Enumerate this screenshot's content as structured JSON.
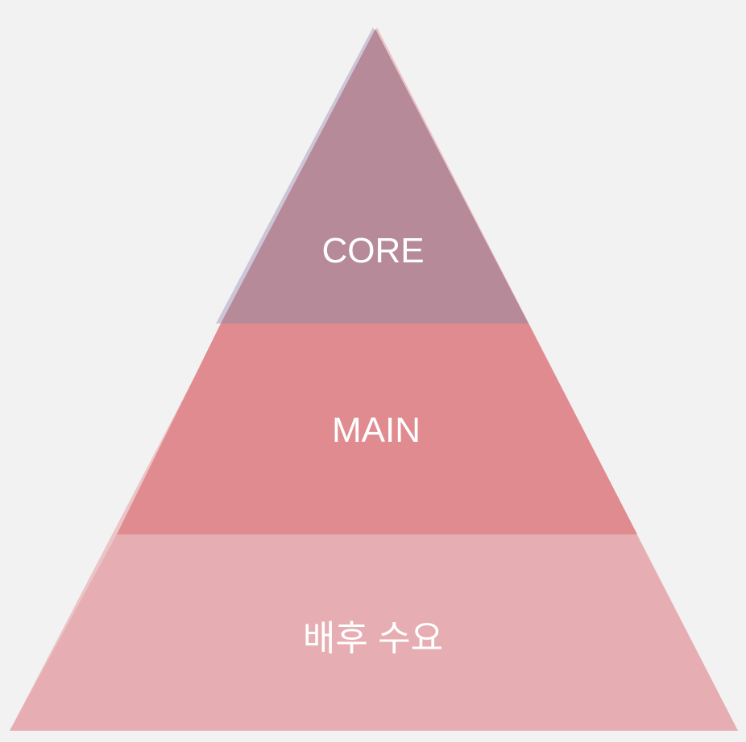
{
  "tiers": [
    {
      "label": "CORE",
      "color": "#b68a98"
    },
    {
      "label": "MAIN",
      "color": "#e08b8f"
    },
    {
      "label": "배후 수요",
      "color": "#e6aeb2"
    }
  ],
  "background": "#f2f2f2",
  "label_color": "#ffffff"
}
